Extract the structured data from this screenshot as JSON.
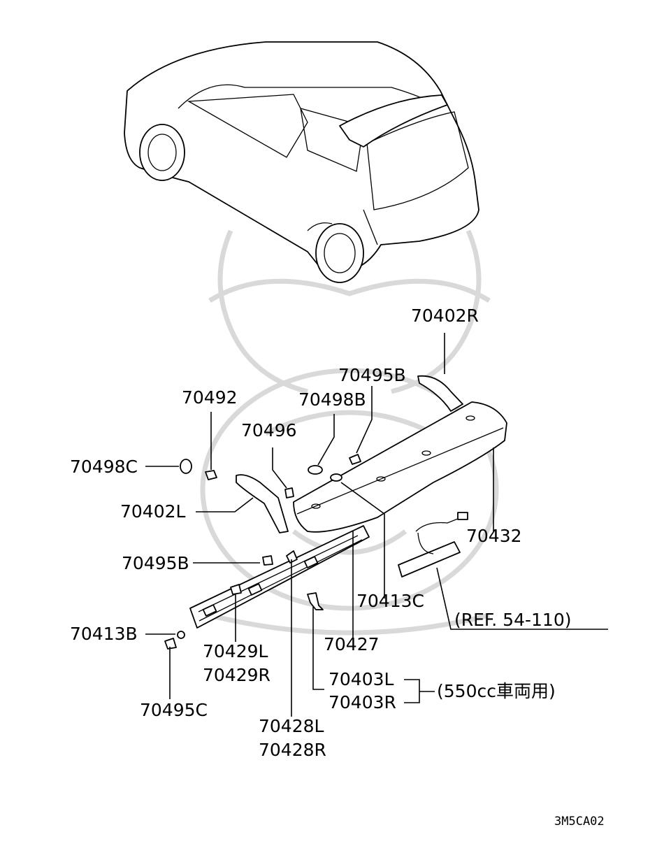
{
  "diagram_code": "3M5CA02",
  "labels": {
    "p70402R": "70402R",
    "p70495B_top": "70495B",
    "p70498B": "70498B",
    "p70492": "70492",
    "p70496": "70496",
    "p70498C": "70498C",
    "p70402L": "70402L",
    "p70432": "70432",
    "p70495B_left": "70495B",
    "p70413C": "70413C",
    "ref": "(REF. 54-110)",
    "p70413B": "70413B",
    "p70429L": "70429L",
    "p70429R": "70429R",
    "p70427": "70427",
    "p70403L": "70403L",
    "p70403R": "70403R",
    "note_550cc": "(550cc車両用)",
    "p70495C": "70495C",
    "p70428L": "70428L",
    "p70428R": "70428R"
  }
}
